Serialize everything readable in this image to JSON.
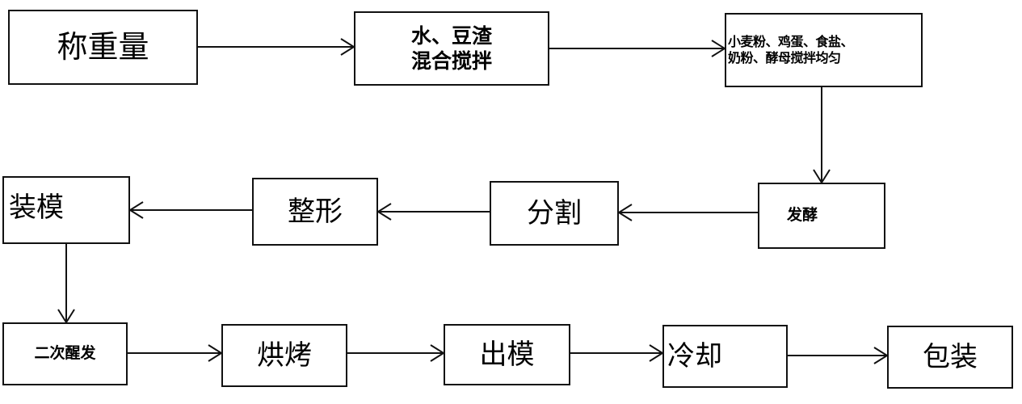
{
  "flow": {
    "weigh": "称重量",
    "mix1_line1": "水、豆渣",
    "mix1_line2": "混合搅拌",
    "mix2_line1": "小麦粉、鸡蛋、食盐、",
    "mix2_line2": "奶粉、酵母搅拌均匀",
    "ferment": "发酵",
    "divide": "分割",
    "shape": "整形",
    "mold": "装模",
    "proof": "二次醒发",
    "bake": "烘烤",
    "demold": "出模",
    "cool": "冷却",
    "pack": "包装"
  }
}
